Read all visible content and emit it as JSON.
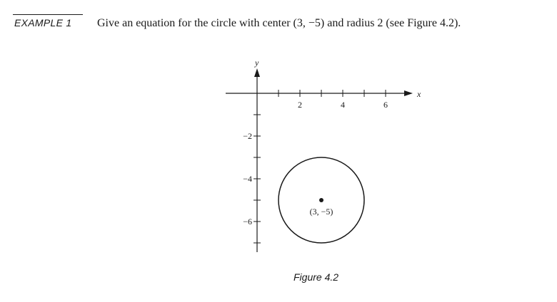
{
  "example": {
    "label": "EXAMPLE 1",
    "text": "Give an equation for the circle with center (3, −5) and radius 2 (see Figure 4.2)."
  },
  "figure": {
    "caption": "Figure 4.2",
    "x_axis_label": "x",
    "y_axis_label": "y",
    "x_tick_labels": [
      {
        "value": 2,
        "label": "2"
      },
      {
        "value": 4,
        "label": "4"
      },
      {
        "value": 6,
        "label": "6"
      }
    ],
    "y_tick_labels": [
      {
        "value": -2,
        "label": "−2"
      },
      {
        "value": -4,
        "label": "−4"
      },
      {
        "value": -6,
        "label": "−6"
      }
    ],
    "x_ticks": [
      1,
      2,
      3,
      4,
      5,
      6
    ],
    "y_ticks": [
      -1,
      -2,
      -3,
      -4,
      -5,
      -6,
      -7
    ],
    "circle": {
      "center_x": 3,
      "center_y": -5,
      "radius": 2
    },
    "center_label": "(3, −5)"
  }
}
